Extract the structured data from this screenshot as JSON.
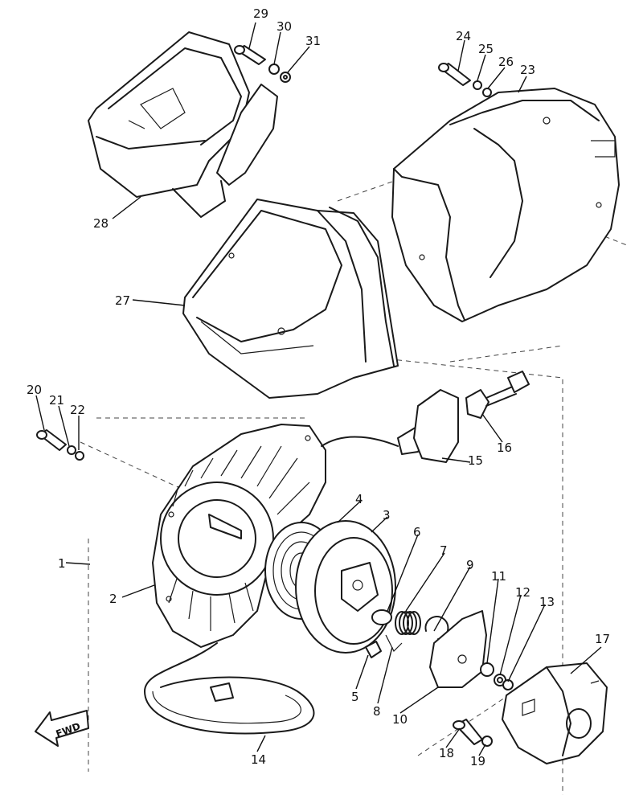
{
  "parts": [
    {
      "id": "p1",
      "label": "1"
    },
    {
      "id": "p2",
      "label": "2"
    },
    {
      "id": "p3",
      "label": "3"
    },
    {
      "id": "p4",
      "label": "4"
    },
    {
      "id": "p5",
      "label": "5"
    },
    {
      "id": "p6",
      "label": "6"
    },
    {
      "id": "p7",
      "label": "7"
    },
    {
      "id": "p8",
      "label": "8"
    },
    {
      "id": "p9",
      "label": "9"
    },
    {
      "id": "p10",
      "label": "10"
    },
    {
      "id": "p11",
      "label": "11"
    },
    {
      "id": "p12",
      "label": "12"
    },
    {
      "id": "p13",
      "label": "13"
    },
    {
      "id": "p14",
      "label": "14"
    },
    {
      "id": "p15",
      "label": "15"
    },
    {
      "id": "p16",
      "label": "16"
    },
    {
      "id": "p17",
      "label": "17"
    },
    {
      "id": "p18",
      "label": "18"
    },
    {
      "id": "p19",
      "label": "19"
    },
    {
      "id": "p20",
      "label": "20"
    },
    {
      "id": "p21",
      "label": "21"
    },
    {
      "id": "p22",
      "label": "22"
    },
    {
      "id": "p23",
      "label": "23"
    },
    {
      "id": "p24",
      "label": "24"
    },
    {
      "id": "p25",
      "label": "25"
    },
    {
      "id": "p26",
      "label": "26"
    },
    {
      "id": "p27",
      "label": "27"
    },
    {
      "id": "p28",
      "label": "28"
    },
    {
      "id": "p29",
      "label": "29"
    },
    {
      "id": "p30",
      "label": "30"
    },
    {
      "id": "p31",
      "label": "31"
    }
  ],
  "direction_arrow": {
    "label": "FWD",
    "icon": "forward-arrow-icon"
  }
}
